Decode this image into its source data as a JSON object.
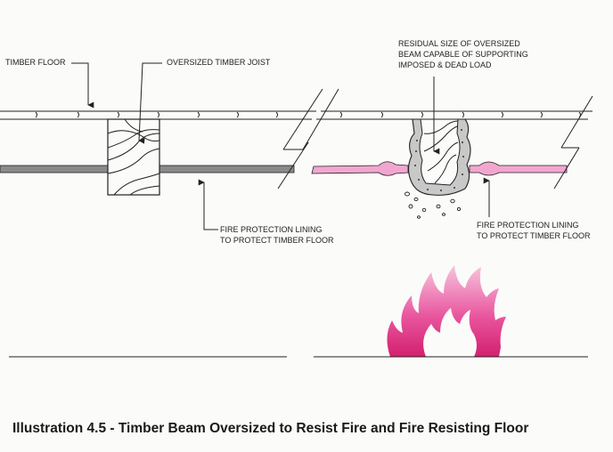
{
  "labels": {
    "timber_floor": "TIMBER FLOOR",
    "oversized_joist": "OVERSIZED TIMBER JOIST",
    "residual_1": "RESIDUAL SIZE OF OVERSIZED",
    "residual_2": "BEAM CAPABLE OF SUPPORTING",
    "residual_3": "IMPOSED & DEAD LOAD",
    "lining_left_1": "FIRE PROTECTION LINING",
    "lining_left_2": "TO PROTECT TIMBER FLOOR",
    "lining_right_1": "FIRE PROTECTION LINING",
    "lining_right_2": "TO PROTECT TIMBER FLOOR"
  },
  "caption": "Illustration 4.5 - Timber Beam Oversized to Resist Fire and Fire Resisting Floor",
  "colors": {
    "lining_grey": "#8a8a8a",
    "lining_pink": "#f2a6cf",
    "flame_pink": "#e0408f",
    "char": "#c8c8c8"
  }
}
